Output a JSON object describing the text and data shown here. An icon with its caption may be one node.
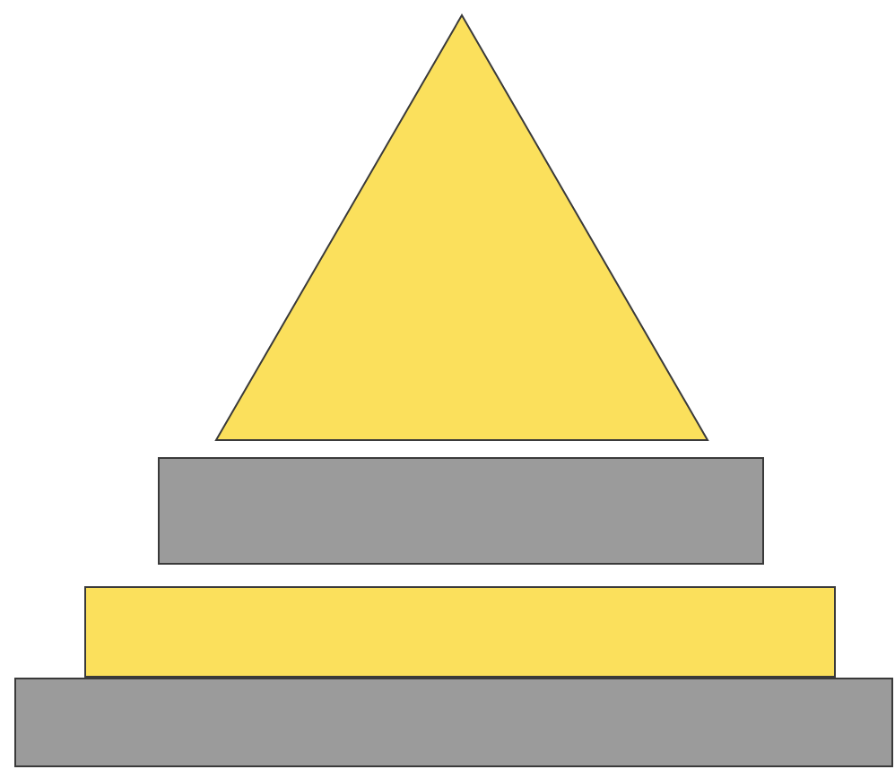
{
  "diagram": {
    "nodes": [
      {
        "text": [],
        "shape": "triangle"
      },
      {
        "text": [],
        "shape": "bar"
      },
      {
        "text": [],
        "shape": "bar"
      },
      {
        "text": [],
        "shape": "bar"
      }
    ]
  }
}
